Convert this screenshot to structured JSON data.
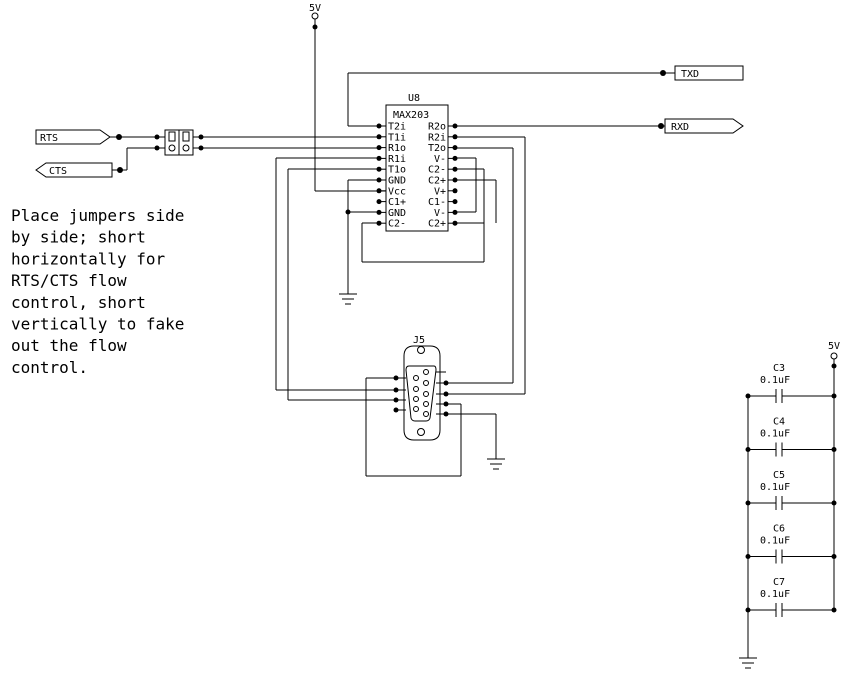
{
  "power": {
    "top_label": "5V",
    "right_label": "5V"
  },
  "ports": {
    "rts": "RTS",
    "cts": "CTS",
    "txd": "TXD",
    "rxd": "RXD"
  },
  "u8": {
    "ref": "U8",
    "part": "MAX203",
    "left_pins": [
      "T2i",
      "T1i",
      "R1o",
      "R1i",
      "T1o",
      "GND",
      "Vcc",
      "C1+",
      "GND",
      "C2-"
    ],
    "right_pins": [
      "R2o",
      "R2i",
      "T2o",
      "V-",
      "C2-",
      "C2+",
      "V+",
      "C1-",
      "V-",
      "C2+"
    ]
  },
  "j5": {
    "ref": "J5"
  },
  "capacitors": [
    {
      "ref": "C3",
      "value": "0.1uF"
    },
    {
      "ref": "C4",
      "value": "0.1uF"
    },
    {
      "ref": "C5",
      "value": "0.1uF"
    },
    {
      "ref": "C6",
      "value": "0.1uF"
    },
    {
      "ref": "C7",
      "value": "0.1uF"
    }
  ],
  "note": [
    "Place jumpers side",
    "by side; short",
    "horizontally for",
    "RTS/CTS flow",
    "control, short",
    "vertically to fake",
    "out the flow",
    "control."
  ]
}
